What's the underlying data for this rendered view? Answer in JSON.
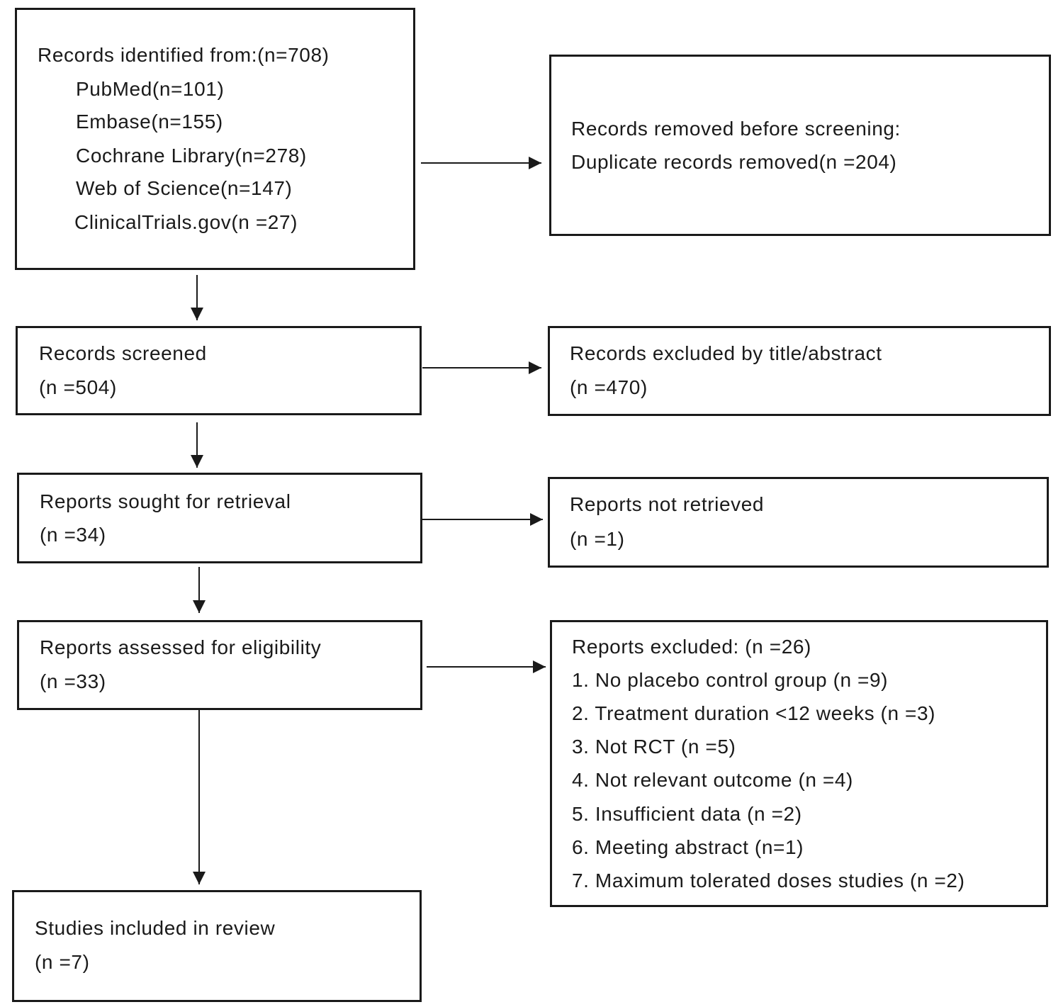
{
  "identification": {
    "heading": "Records identified from:(n=708)",
    "sources": [
      "PubMed(n=101)",
      "Embase(n=155)",
      "Cochrane Library(n=278)",
      "Web of Science(n=147)",
      "ClinicalTrials.gov(n =27)"
    ]
  },
  "removed": {
    "line1": "Records removed before screening:",
    "line2": "Duplicate records removed(n =204)"
  },
  "screened": {
    "label": "Records screened",
    "count": "(n =504)"
  },
  "excluded_title": {
    "label": "Records excluded by title/abstract",
    "count": "(n =470)"
  },
  "sought": {
    "label": "Reports sought for retrieval",
    "count": "(n =34)"
  },
  "not_retrieved": {
    "label": "Reports not retrieved",
    "count": "(n =1)"
  },
  "assessed": {
    "label": "Reports assessed for eligibility",
    "count": "(n =33)"
  },
  "reports_excluded": {
    "heading": "Reports excluded: (n =26)",
    "reasons": [
      "1. No placebo control group (n =9)",
      "2. Treatment duration <12 weeks (n =3)",
      "3. Not RCT (n =5)",
      "4. Not relevant outcome (n =4)",
      "5. Insufficient data (n =2)",
      "6. Meeting abstract (n=1)",
      "7. Maximum tolerated doses studies (n =2)"
    ]
  },
  "included": {
    "label": "Studies included in review",
    "count": "(n =7)"
  }
}
